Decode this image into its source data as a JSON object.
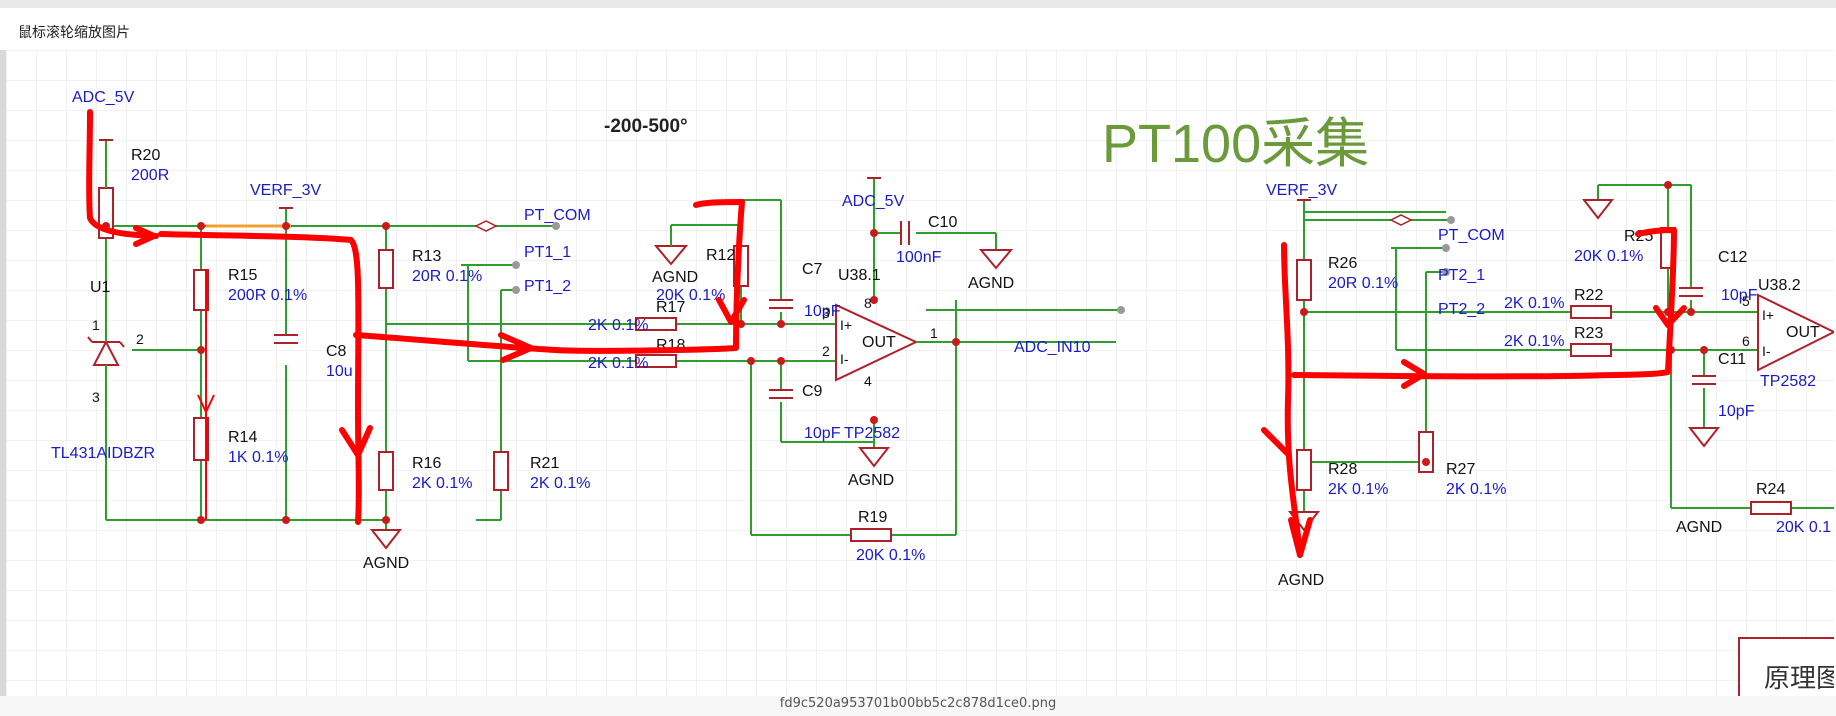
{
  "hint": "鼠标滚轮缩放图片",
  "filename": "fd9c520a953701b00bb5c2c878d1ce0.png",
  "colors": {
    "wire": "#2e9e2e",
    "part": "#b0202a",
    "label_ref": "#111111",
    "label_val": "#1a1acc",
    "title": "#6a9a3a",
    "annotation": "#ff0000"
  },
  "schematic": {
    "title": "PT100采集",
    "range": "-200-500°",
    "nets": {
      "adc5v_a": "ADC_5V",
      "adc5v_b": "ADC_5V",
      "verf_a": "VERF_3V",
      "verf_b": "VERF_3V",
      "ptcom_a": "PT_COM",
      "ptcom_b": "PT_COM",
      "pt11": "PT1_1",
      "pt12": "PT1_2",
      "pt21": "PT2_1",
      "pt22": "PT2_2",
      "adcin": "ADC_IN10"
    },
    "agnd": [
      "AGND",
      "AGND",
      "AGND",
      "AGND",
      "AGND",
      "AGND"
    ],
    "parts": {
      "r20": {
        "ref": "R20",
        "val": "200R"
      },
      "r15": {
        "ref": "R15",
        "val": "200R 0.1%"
      },
      "r14": {
        "ref": "R14",
        "val": "1K 0.1%"
      },
      "c8": {
        "ref": "C8",
        "val": "10u"
      },
      "u1": {
        "ref": "U1",
        "val": "TL431AIDBZR"
      },
      "r13": {
        "ref": "R13",
        "val": "20R 0.1%"
      },
      "r16": {
        "ref": "R16",
        "val": "2K 0.1%"
      },
      "r21": {
        "ref": "R21",
        "val": "2K 0.1%"
      },
      "r17": {
        "ref": "R17",
        "val": "2K 0.1%"
      },
      "r18": {
        "ref": "R18",
        "val": "2K 0.1%"
      },
      "r12": {
        "ref": "R12",
        "val": "20K 0.1%"
      },
      "c7": {
        "ref": "C7",
        "val": "10pF"
      },
      "c9": {
        "ref": "C9",
        "val": "10pF"
      },
      "c10": {
        "ref": "C10",
        "val": "100nF"
      },
      "u381": {
        "ref": "U38.1",
        "val": "TP2582"
      },
      "r19": {
        "ref": "R19",
        "val": "20K 0.1%"
      },
      "r26": {
        "ref": "R26",
        "val": "20R 0.1%"
      },
      "r28": {
        "ref": "R28",
        "val": "2K 0.1%"
      },
      "r27": {
        "ref": "R27",
        "val": "2K 0.1%"
      },
      "r22": {
        "ref": "R22",
        "val": "2K 0.1%"
      },
      "r23": {
        "ref": "R23",
        "val": "2K 0.1%"
      },
      "r25": {
        "ref": "R25",
        "val": "20K 0.1%"
      },
      "c12": {
        "ref": "C12",
        "val": "10pF"
      },
      "c11": {
        "ref": "C11",
        "val": "10pF"
      },
      "u382": {
        "ref": "U38.2",
        "val": "TP2582"
      },
      "r24": {
        "ref": "R24",
        "val": "20K 0.1"
      }
    },
    "pins": {
      "u1_1": "1",
      "u1_2": "2",
      "u1_3": "3",
      "ua_3": "3",
      "ua_2": "2",
      "ua_1": "1",
      "ua_8": "8",
      "ua_4": "4",
      "ub_5": "5",
      "ub_6": "6",
      "ua_plus": "I+",
      "ua_minus": "I-",
      "ua_out": "OUT",
      "ub_plus": "I+",
      "ub_minus": "I-",
      "ub_out": "OUT"
    },
    "stamp": "原理图"
  }
}
